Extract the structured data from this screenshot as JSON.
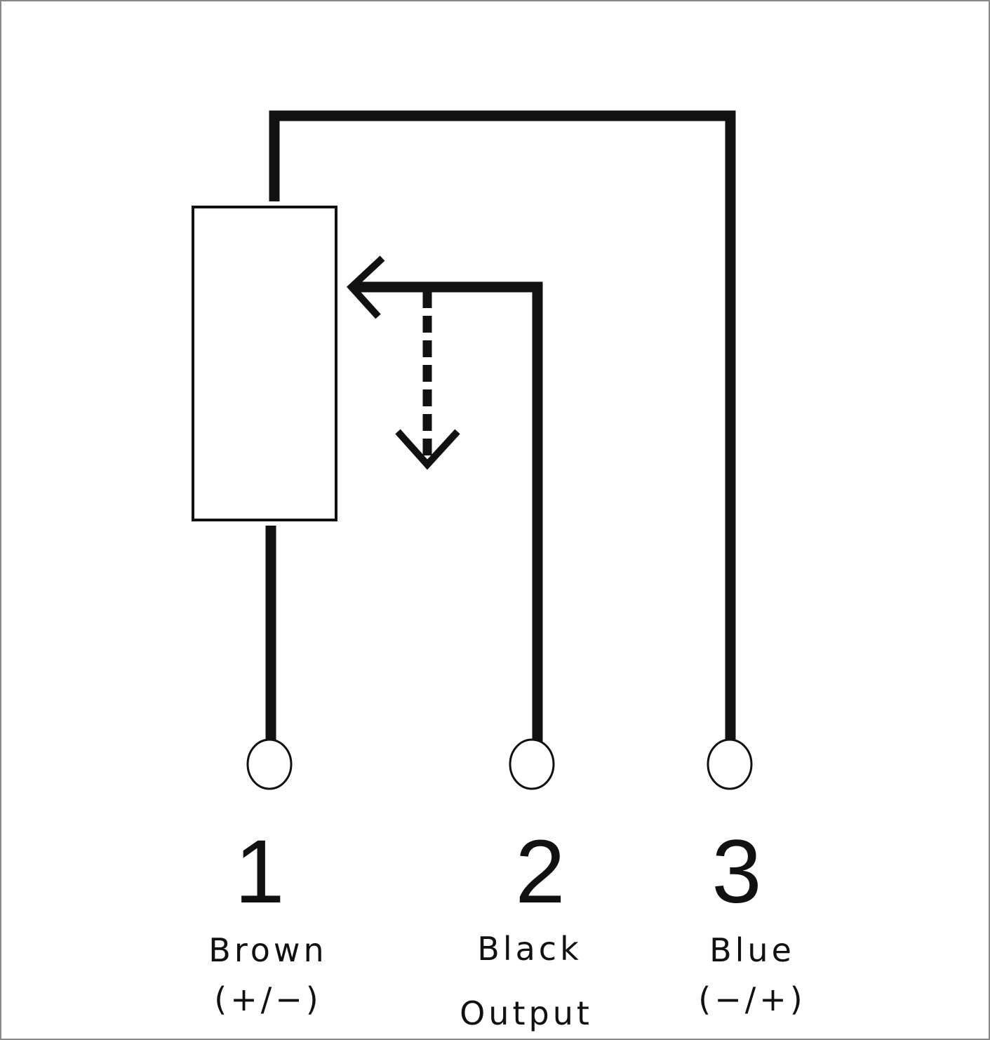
{
  "diagram": {
    "element": "potentiometer-resistor",
    "wiper": "output-wiper-arrow",
    "pins": [
      {
        "number": "1",
        "color_name": "Brown",
        "polarity": "(+/−)"
      },
      {
        "number": "2",
        "color_name": "Black",
        "function": "Output"
      },
      {
        "number": "3",
        "color_name": "Blue",
        "polarity": "(−/+)"
      }
    ]
  }
}
